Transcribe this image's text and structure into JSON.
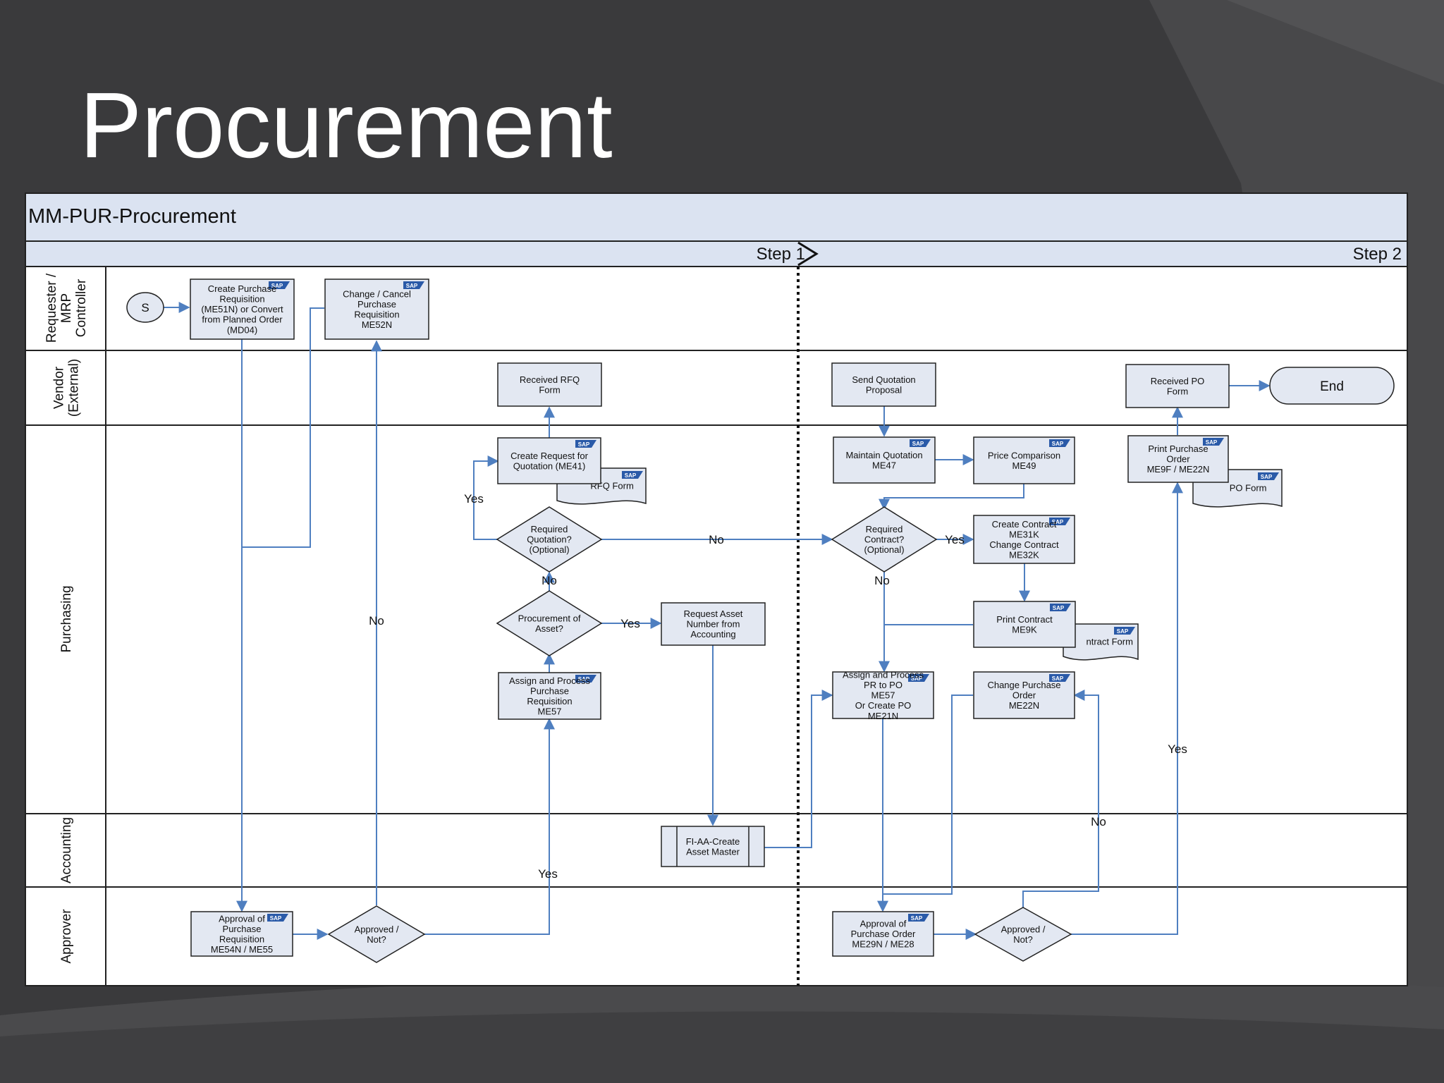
{
  "slide": {
    "title": "Procurement"
  },
  "diagram": {
    "title": "MM-PUR-Procurement",
    "steps": {
      "step1": "Step 1",
      "step2": "Step 2"
    },
    "lanes": {
      "requester": [
        "Requester /",
        "MRP",
        "Controller"
      ],
      "vendor": [
        "Vendor",
        "(External)"
      ],
      "purchasing": [
        "Purchasing"
      ],
      "accounting": [
        "Accounting"
      ],
      "approver": [
        "Approver"
      ]
    },
    "nodes": {
      "start": [
        "S"
      ],
      "create_pr": [
        "Create Purchase",
        "Requisition",
        "(ME51N) or Convert",
        "from Planned Order",
        "(MD04)"
      ],
      "change_pr": [
        "Change / Cancel",
        "Purchase",
        "Requisition",
        "ME52N"
      ],
      "received_rfq": [
        "Received RFQ",
        "Form"
      ],
      "create_rfq": [
        "Create Request for",
        "Quotation (ME41)"
      ],
      "rfq_form": [
        "RFQ Form"
      ],
      "required_quotation": [
        "Required",
        "Quotation?",
        "(Optional)"
      ],
      "procurement_asset": [
        "Procurement of",
        "Asset?"
      ],
      "request_asset": [
        "Request Asset",
        "Number from",
        "Accounting"
      ],
      "assign_pr_left": [
        "Assign and Process",
        "Purchase",
        "Requisition",
        "ME57"
      ],
      "fi_aa": [
        "FI-AA-Create",
        "Asset Master"
      ],
      "approval_pr": [
        "Approval of",
        "Purchase",
        "Requisition",
        "ME54N / ME55"
      ],
      "approved_left": [
        "Approved /",
        "Not?"
      ],
      "send_quotation": [
        "Send Quotation",
        "Proposal"
      ],
      "maintain_quotation": [
        "Maintain Quotation",
        "ME47"
      ],
      "price_comparison": [
        "Price Comparison",
        "ME49"
      ],
      "required_contract": [
        "Required",
        "Contract?",
        "(Optional)"
      ],
      "create_contract": [
        "Create Contract",
        "ME31K",
        "Change Contract",
        "ME32K"
      ],
      "print_contract": [
        "Print Contract",
        "ME9K"
      ],
      "contract_form": [
        "ntract Form"
      ],
      "assign_pr_right": [
        "Assign and Process",
        "PR to PO",
        "ME57",
        "Or Create PO",
        "ME21N"
      ],
      "change_po": [
        "Change Purchase",
        "Order",
        "ME22N"
      ],
      "received_po": [
        "Received PO",
        "Form"
      ],
      "end": [
        "End"
      ],
      "print_po": [
        "Print Purchase",
        "Order",
        "ME9F / ME22N"
      ],
      "po_form": [
        "PO Form"
      ],
      "approval_po": [
        "Approval of",
        "Purchase Order",
        "ME29N / ME28"
      ],
      "approved_right": [
        "Approved /",
        "Not?"
      ]
    },
    "labels": {
      "yes": "Yes",
      "no": "No"
    },
    "badge": "SAP",
    "colors": {
      "panel": "#ffffff",
      "header": "#dbe3f1",
      "box": "#e3e8f2",
      "connector": "#4f7fc0",
      "border": "#222222",
      "slide_bg": "#3b3b3d"
    }
  }
}
